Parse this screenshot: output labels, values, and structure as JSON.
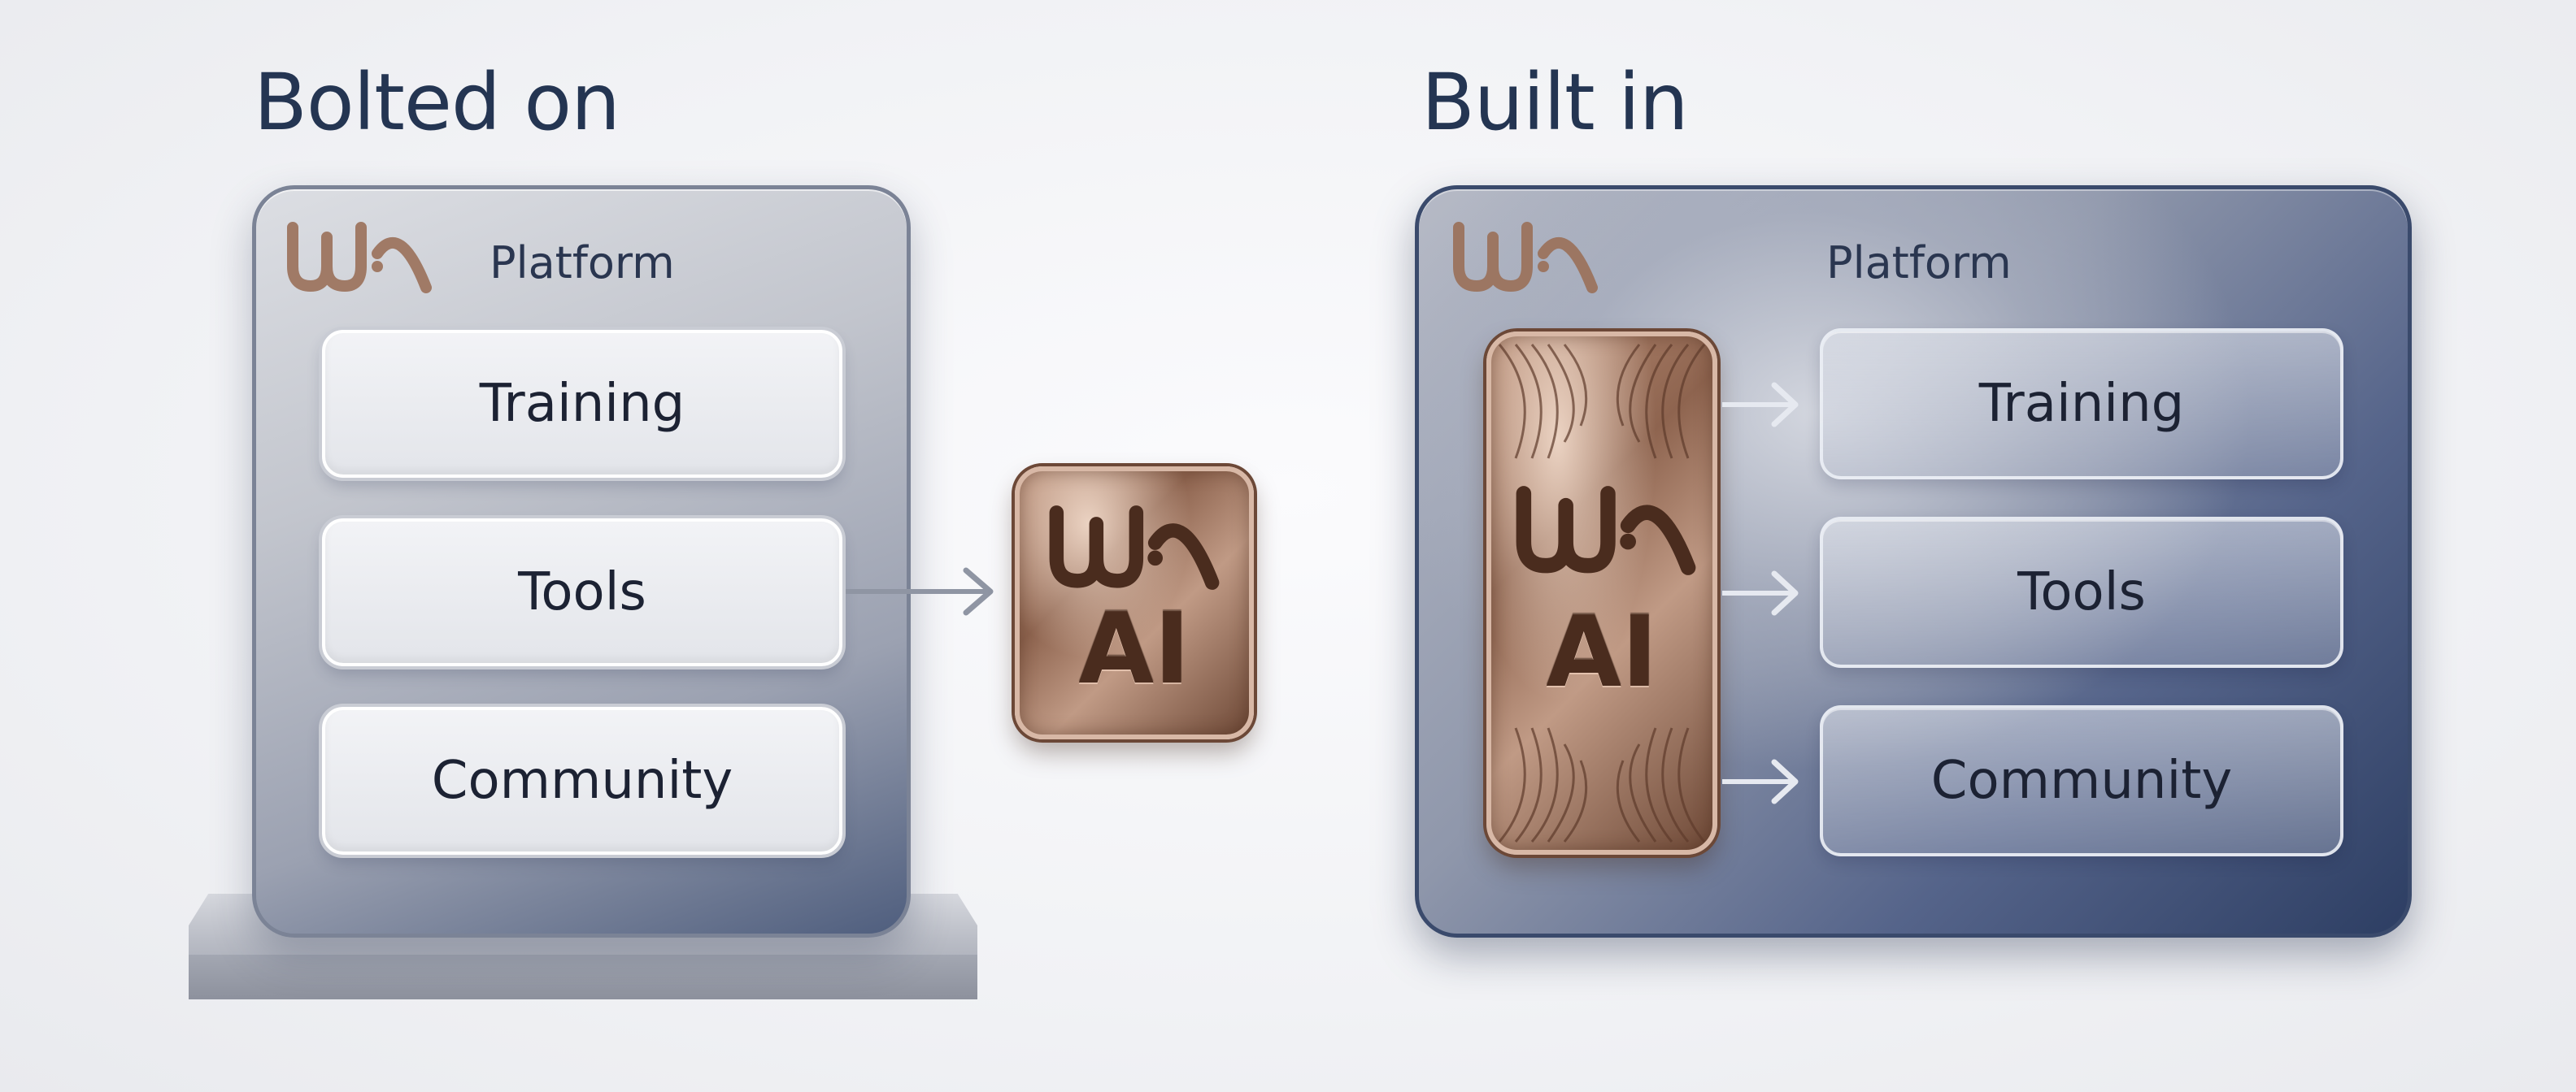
{
  "left": {
    "heading": "Bolted on",
    "platform_label": "Platform",
    "modules": [
      {
        "label": "Training"
      },
      {
        "label": "Tools"
      },
      {
        "label": "Community"
      }
    ],
    "chip_label": "AI"
  },
  "right": {
    "heading": "Built in",
    "platform_label": "Platform",
    "modules": [
      {
        "label": "Training"
      },
      {
        "label": "Tools"
      },
      {
        "label": "Community"
      }
    ],
    "chip_label": "AI"
  },
  "colors": {
    "bronze": "#8e644f",
    "navy": "#2d3e63",
    "heading": "#243552"
  },
  "icons": [
    "wa-logo-icon",
    "arrow-right-icon"
  ]
}
